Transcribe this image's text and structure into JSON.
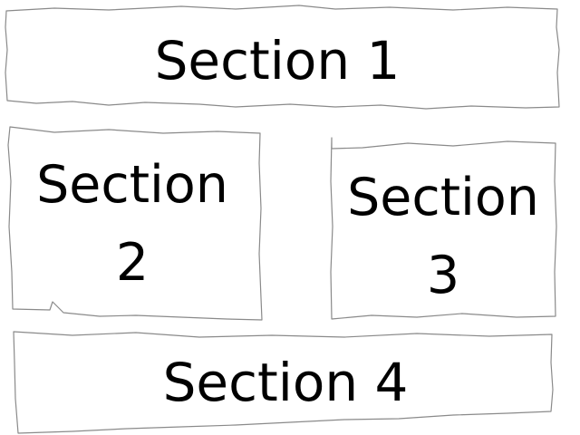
{
  "sections": {
    "s1": {
      "label": "Section 1"
    },
    "s2": {
      "line1": "Section",
      "line2": "2"
    },
    "s3": {
      "line1": "Section",
      "line2": "3"
    },
    "s4": {
      "label": "Section 4"
    }
  },
  "colors": {
    "outline": "#8a8a8a",
    "text": "#000000",
    "background": "#ffffff"
  }
}
